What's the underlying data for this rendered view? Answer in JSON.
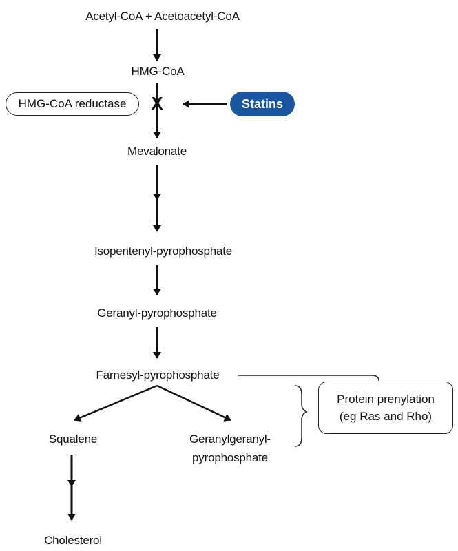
{
  "nodes": {
    "acetyl": "Acetyl-CoA + Acetoacetyl-CoA",
    "hmg": "HMG-CoA",
    "mevalonate": "Mevalonate",
    "ipp": "Isopentenyl-pyrophosphate",
    "gpp": "Geranyl-pyrophosphate",
    "fpp": "Farnesyl-pyrophosphate",
    "squalene": "Squalene",
    "ggpp_line1": "Geranylgeranyl-",
    "ggpp_line2": "pyrophosphate",
    "cholesterol": "Cholesterol"
  },
  "enzyme": {
    "label": "HMG-CoA reductase"
  },
  "inhibitor": {
    "label": "Statins",
    "color": "#1a56a0"
  },
  "block_mark": "X",
  "prenylation": {
    "line1": "Protein prenylation",
    "line2": "(eg Ras and Rho)"
  }
}
